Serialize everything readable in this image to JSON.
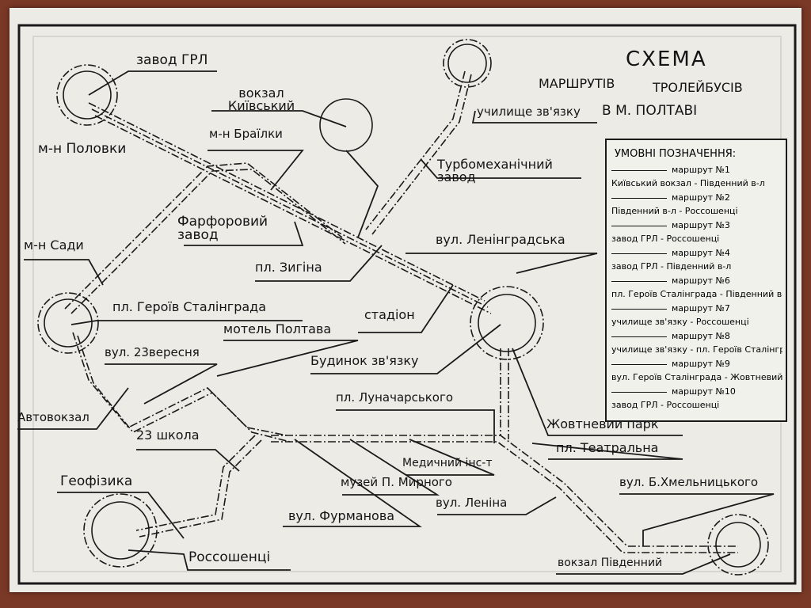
{
  "title": "СХЕМА",
  "subtitle_left": "МАРШРУТІВ",
  "subtitle_right": "ТРОЛЕЙБУСІВ",
  "subtitle_city": "В М. ПОЛТАВІ",
  "colors": {
    "plate": "#ecebe6",
    "ink": "#141414",
    "frame": "#1a1a1a",
    "background": "#7a3826"
  },
  "stops": {
    "zavod_grl": "завод ГРЛ",
    "vokzal_kyivskyi": "вокзал Київський",
    "mn_brailky": "м-н Браїлки",
    "mn_polovky": "м-н Половки",
    "uchylyshche": "училище зв'язку",
    "turbomekh": "Турбомеханічний завод",
    "farforovyi": "Фарфоровий завод",
    "mn_sady": "м-н Сади",
    "pl_zyhina": "пл. Зигіна",
    "vul_leningradska": "вул. Ленінградська",
    "pl_heroiv": "пл. Героїв Сталінграда",
    "stadion": "стадіон",
    "motel": "мотель Полтава",
    "vul_23": "вул. 23вересня",
    "budynok": "Будинок зв'язку",
    "avtovokzal": "Автовокзал",
    "pl_lunach": "пл. Луначарського",
    "shkola23": "23 школа",
    "zhovtnevyi": "Жовтневий парк",
    "pl_teatralna": "пл. Театральна",
    "medychnyi": "Медичний інс-т",
    "muzei": "музей П. Мирного",
    "heofizyka": "Геофізика",
    "vul_lenina": "вул. Леніна",
    "vul_bkh": "вул. Б.Хмельницького",
    "vul_furmanova": "вул. Фурманова",
    "rossoshentsi": "Россошенці",
    "vokzal_pivd": "вокзал Південний"
  },
  "legend": {
    "title": "УМОВНІ ПОЗНАЧЕННЯ:",
    "routes": [
      {
        "route": "маршрут №1",
        "desc": "Київський вокзал - Південний в-л"
      },
      {
        "route": "маршрут №2",
        "desc": "Південний в-л - Россошенці"
      },
      {
        "route": "маршрут №3",
        "desc": "завод ГРЛ - Россошенці"
      },
      {
        "route": "маршрут №4",
        "desc": "завод ГРЛ - Південний в-л"
      },
      {
        "route": "маршрут №6",
        "desc": "пл. Героїв Сталінграда - Південний в-л"
      },
      {
        "route": "маршрут №7",
        "desc": "училище зв'язку - Россошенці"
      },
      {
        "route": "маршрут №8",
        "desc": "училище зв'язку - пл. Героїв Сталінграда"
      },
      {
        "route": "маршрут №9",
        "desc": "вул. Героїв Сталінграда - Жовтневий парк"
      },
      {
        "route": "маршрут №10",
        "desc": "завод ГРЛ - Россошенці"
      }
    ]
  }
}
